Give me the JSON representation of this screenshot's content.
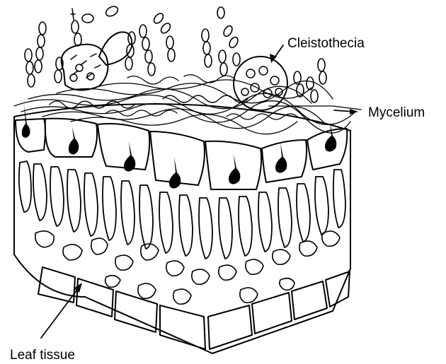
{
  "labels": {
    "cleistothecia": "Cleistothecia",
    "mycelium": "Mycelium",
    "leaf_tissue": "Leaf tissue"
  },
  "colors": {
    "ink": "#000000",
    "paper": "#ffffff"
  }
}
